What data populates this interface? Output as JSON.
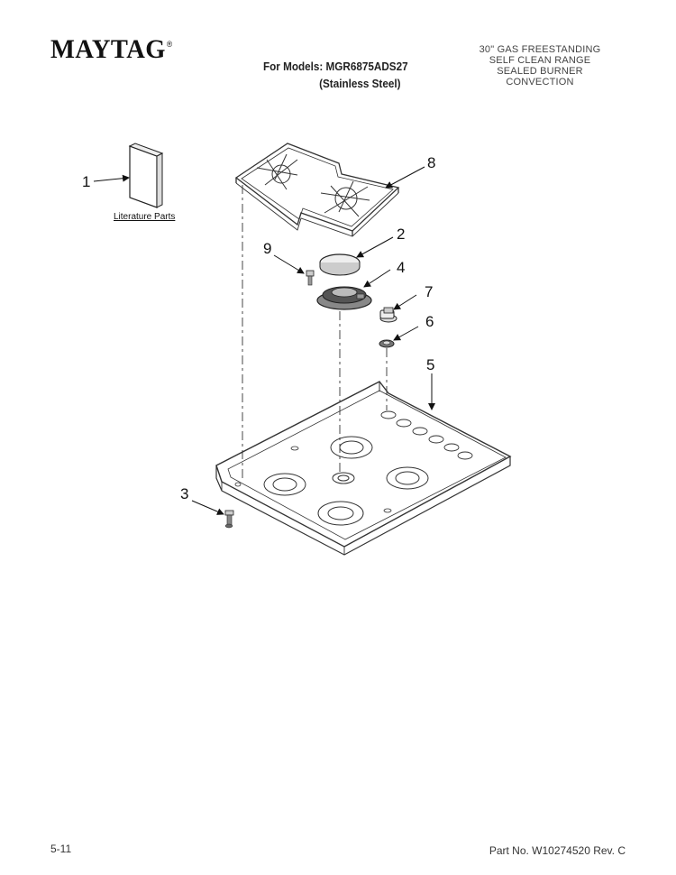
{
  "header": {
    "brand": "MAYTAG",
    "brand_mark": "®",
    "models_line1": "For Models: MGR6875ADS27",
    "models_line2": "(Stainless Steel)",
    "description": [
      "30\" GAS FREESTANDING",
      "SELF CLEAN RANGE",
      "SEALED BURNER",
      "CONVECTION"
    ]
  },
  "diagram": {
    "literature_label": "Literature Parts",
    "callouts": {
      "c1": "1",
      "c2": "2",
      "c3": "3",
      "c4": "4",
      "c5": "5",
      "c6": "6",
      "c7": "7",
      "c8": "8",
      "c9": "9"
    }
  },
  "footer": {
    "page_number": "5-11",
    "part_number": "Part No. W10274520 Rev. C"
  }
}
